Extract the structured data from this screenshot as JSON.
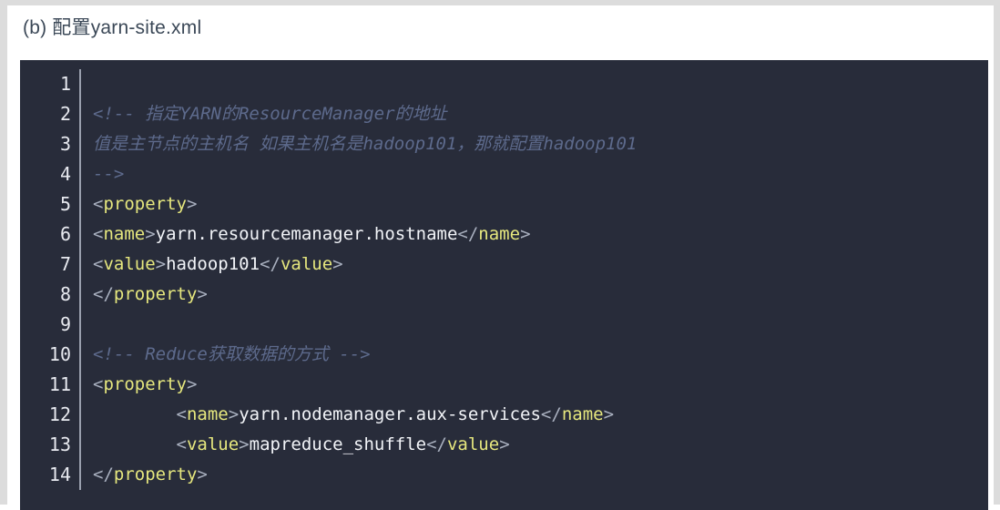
{
  "page": {
    "caption": "(b) 配置yarn-site.xml",
    "caption_color": "#3b4857",
    "background": "#ffffff",
    "edge_color": "#dcdcdc"
  },
  "code_block": {
    "background": "#282c3a",
    "gutter_color": "#e8eaf0",
    "gutter_rule_color": "#9aa0ae",
    "colors": {
      "comment": "#5d6a8c",
      "punctuation": "#a9b0bf",
      "tag": "#e6e77e",
      "text": "#f2f4f8"
    },
    "language": "xml",
    "lines": [
      {
        "n": "1",
        "tokens": []
      },
      {
        "n": "2",
        "tokens": [
          {
            "t": "comment",
            "s": "<!-- 指定YARN的ResourceManager的地址"
          }
        ]
      },
      {
        "n": "3",
        "tokens": [
          {
            "t": "comment",
            "s": "值是主节点的主机名 如果主机名是hadoop101，那就配置hadoop101"
          }
        ]
      },
      {
        "n": "4",
        "tokens": [
          {
            "t": "comment",
            "s": "-->"
          }
        ]
      },
      {
        "n": "5",
        "tokens": [
          {
            "t": "punct",
            "s": "<"
          },
          {
            "t": "tag",
            "s": "property"
          },
          {
            "t": "punct",
            "s": ">"
          }
        ]
      },
      {
        "n": "6",
        "tokens": [
          {
            "t": "punct",
            "s": "<"
          },
          {
            "t": "tag",
            "s": "name"
          },
          {
            "t": "punct",
            "s": ">"
          },
          {
            "t": "plain",
            "s": "yarn.resourcemanager.hostname"
          },
          {
            "t": "punct",
            "s": "</"
          },
          {
            "t": "tag",
            "s": "name"
          },
          {
            "t": "punct",
            "s": ">"
          }
        ]
      },
      {
        "n": "7",
        "tokens": [
          {
            "t": "punct",
            "s": "<"
          },
          {
            "t": "tag",
            "s": "value"
          },
          {
            "t": "punct",
            "s": ">"
          },
          {
            "t": "plain",
            "s": "hadoop101"
          },
          {
            "t": "punct",
            "s": "</"
          },
          {
            "t": "tag",
            "s": "value"
          },
          {
            "t": "punct",
            "s": ">"
          }
        ]
      },
      {
        "n": "8",
        "tokens": [
          {
            "t": "punct",
            "s": "</"
          },
          {
            "t": "tag",
            "s": "property"
          },
          {
            "t": "punct",
            "s": ">"
          }
        ]
      },
      {
        "n": "9",
        "tokens": []
      },
      {
        "n": "10",
        "tokens": [
          {
            "t": "comment",
            "s": "<!-- Reduce获取数据的方式 -->"
          }
        ]
      },
      {
        "n": "11",
        "tokens": [
          {
            "t": "punct",
            "s": "<"
          },
          {
            "t": "tag",
            "s": "property"
          },
          {
            "t": "punct",
            "s": ">"
          }
        ]
      },
      {
        "n": "12",
        "tokens": [
          {
            "t": "plain",
            "s": "        "
          },
          {
            "t": "punct",
            "s": "<"
          },
          {
            "t": "tag",
            "s": "name"
          },
          {
            "t": "punct",
            "s": ">"
          },
          {
            "t": "plain",
            "s": "yarn.nodemanager.aux-services"
          },
          {
            "t": "punct",
            "s": "</"
          },
          {
            "t": "tag",
            "s": "name"
          },
          {
            "t": "punct",
            "s": ">"
          }
        ]
      },
      {
        "n": "13",
        "tokens": [
          {
            "t": "plain",
            "s": "        "
          },
          {
            "t": "punct",
            "s": "<"
          },
          {
            "t": "tag",
            "s": "value"
          },
          {
            "t": "punct",
            "s": ">"
          },
          {
            "t": "plain",
            "s": "mapreduce_shuffle"
          },
          {
            "t": "punct",
            "s": "</"
          },
          {
            "t": "tag",
            "s": "value"
          },
          {
            "t": "punct",
            "s": ">"
          }
        ]
      },
      {
        "n": "14",
        "tokens": [
          {
            "t": "punct",
            "s": "</"
          },
          {
            "t": "tag",
            "s": "property"
          },
          {
            "t": "punct",
            "s": ">"
          }
        ]
      }
    ]
  }
}
